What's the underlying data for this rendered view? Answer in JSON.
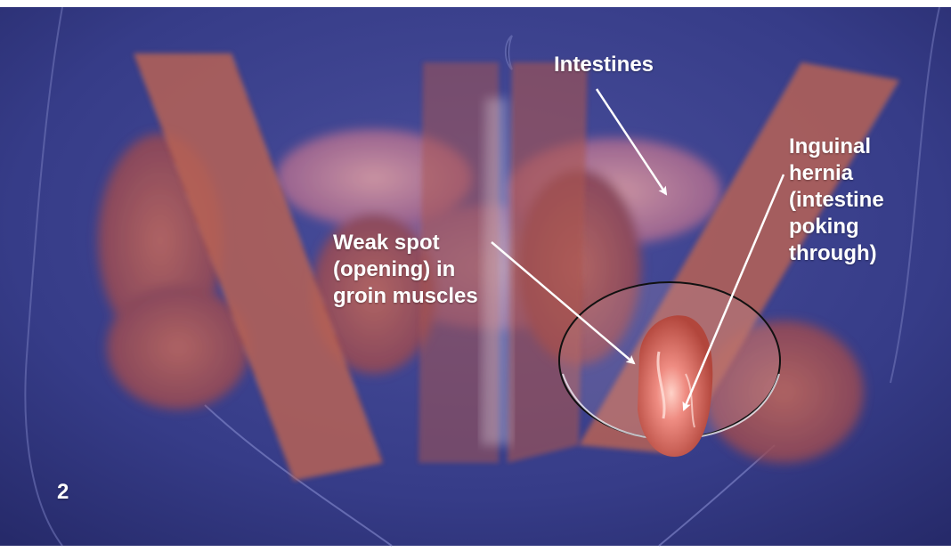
{
  "figure": {
    "panel_number": "2",
    "labels": {
      "intestines": "Intestines",
      "inguinal_hernia": "Inguinal\nhernia\n(intestine\npoking\nthrough)",
      "weak_spot": "Weak spot\n(opening) in\ngroin muscles"
    }
  },
  "colors": {
    "background": "#343a86",
    "muscle": "#b0564a",
    "intestine": "#d88a86",
    "hernia": "#e57c74",
    "label_text": "#ffffff",
    "arrow": "#ffffff"
  },
  "illustration_parts": [
    "body-silhouette-icon",
    "groin-muscle-icon",
    "intestines-icon",
    "hernia-bulge-icon",
    "magnifier-circle-icon",
    "pointer-arrow-icon"
  ]
}
